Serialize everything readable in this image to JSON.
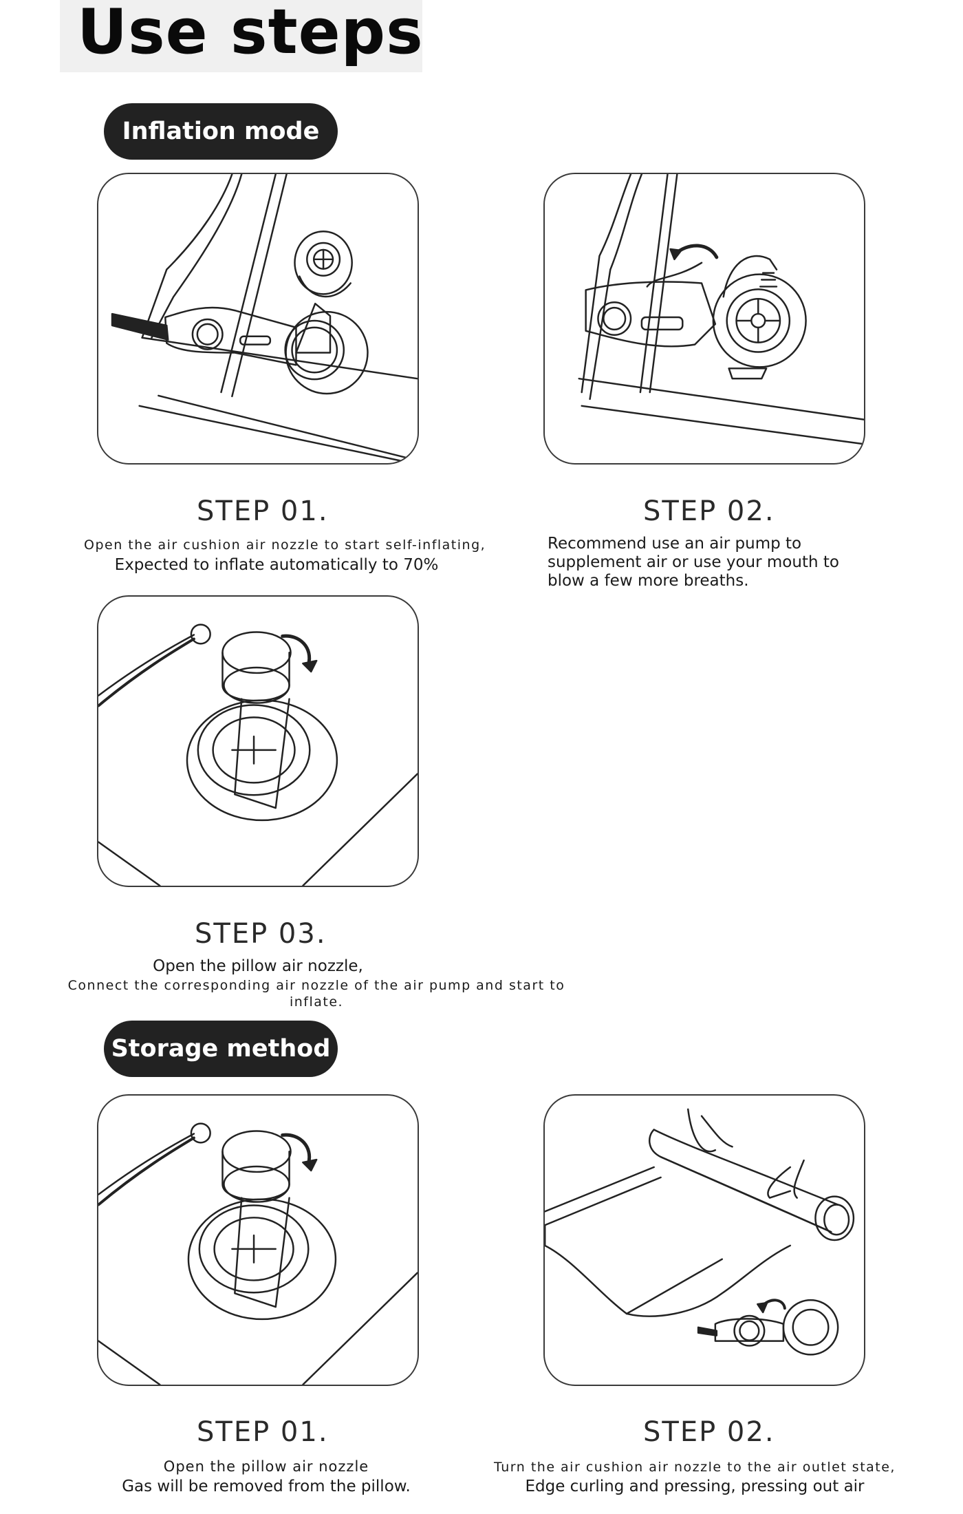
{
  "page": {
    "title": "Use steps"
  },
  "sections": {
    "inflation": {
      "label": "Inflation mode",
      "steps": [
        {
          "label": "STEP 01.",
          "lines": [
            "Open the air cushion air nozzle to start self-inflating,",
            "Expected to inflate automatically to 70%"
          ]
        },
        {
          "label": "STEP 02.",
          "lines": [
            "Recommend use an air pump to",
            "supplement air or use your mouth to",
            "blow a few more breaths."
          ]
        },
        {
          "label": "STEP 03.",
          "lines": [
            "Open the pillow air nozzle,",
            "Connect the corresponding air nozzle of the air pump and start to",
            "inflate."
          ]
        }
      ]
    },
    "storage": {
      "label": "Storage method",
      "steps": [
        {
          "label": "STEP 01.",
          "lines": [
            "Open the pillow air nozzle",
            "Gas will be removed from the pillow."
          ]
        },
        {
          "label": "STEP 02.",
          "lines": [
            "Turn the air cushion air nozzle to the air outlet state,",
            "Edge curling and pressing, pressing out air"
          ]
        }
      ]
    }
  },
  "illustrations": {
    "inflate_step1": "air-nozzle-open-illustration",
    "inflate_step2": "air-pump-valve-illustration",
    "inflate_step3": "pillow-valve-illustration",
    "storage_step1": "pillow-valve-open-illustration",
    "storage_step2": "roll-mattress-illustration"
  }
}
